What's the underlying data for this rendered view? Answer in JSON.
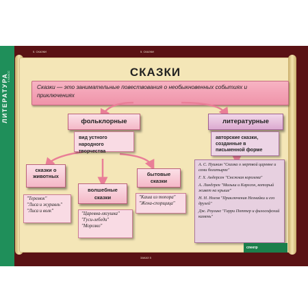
{
  "side": {
    "subject": "ЛИТЕРАТУРА",
    "grade": "5 КЛАСС"
  },
  "top_left_label": "5. СКАЗКИ",
  "top_center_label": "5. СКАЗКИ",
  "bottom_label": "ЗАКАЗ 5",
  "title": "СКАЗКИ",
  "definition": "Сказки — это занимательные повествования о необыкновенных событиях и приключениях",
  "folk": {
    "header": "фольклорные",
    "desc": "вид устного народного творчества"
  },
  "literary": {
    "header": "литературные",
    "desc": "авторские сказки, созданные в письменной форме",
    "examples": [
      "А. С. Пушкин \"Сказка о мертвой царевне и семи богатырях\"",
      "Г. Х. Андерсен \"Снежная королева\"",
      "А. Линдгрен \"Малыш и Карлсон, который живет на крыше\"",
      "Н. Н. Носов \"Приключения Незнайки и его друзей\"",
      "Дж. Роулинг \"Гарри Поттер и философский камень\""
    ]
  },
  "animals": {
    "header": "сказки о животных",
    "examples": [
      "\"Теремок\"",
      "\"Лиса и журавль\"",
      "\"Лиса и волк\""
    ]
  },
  "magic": {
    "header": "волшебные сказки",
    "examples": [
      "\"Царевна-лягушка\"",
      "\"Гуси-лебеди\"",
      "\"Морозко\""
    ]
  },
  "everyday": {
    "header": "бытовые сказки",
    "examples": [
      "\"Каша из топора\"",
      "\"Жена-спорщица\""
    ]
  },
  "logo": "спектр",
  "colors": {
    "frame": "#5a1214",
    "strip": "#1f8f5a",
    "scroll": "#f4e6b7",
    "pink": "#f4b8c7",
    "lilac": "#dbaad0"
  }
}
